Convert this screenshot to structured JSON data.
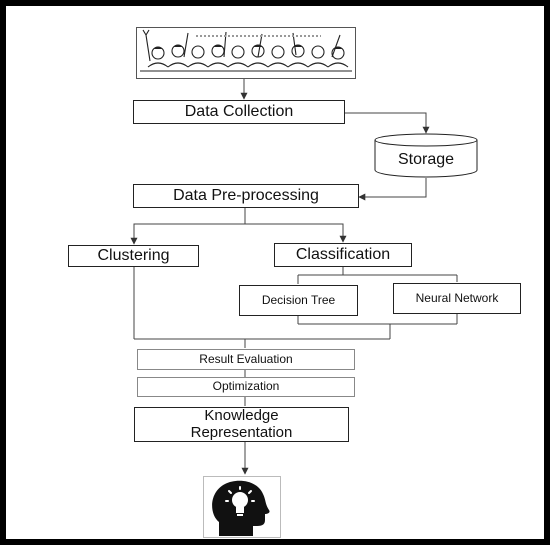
{
  "nodes": {
    "data_collection": "Data Collection",
    "storage": "Storage",
    "preprocessing": "Data Pre-processing",
    "clustering": "Clustering",
    "classification": "Classification",
    "decision_tree": "Decision Tree",
    "neural_network": "Neural Network",
    "result_evaluation": "Result Evaluation",
    "optimization": "Optimization",
    "knowledge_line1": "Knowledge",
    "knowledge_line2": "Representation"
  },
  "icons": {
    "top": "students-raising-hands-illustration",
    "bottom": "head-with-lightbulb-icon"
  }
}
